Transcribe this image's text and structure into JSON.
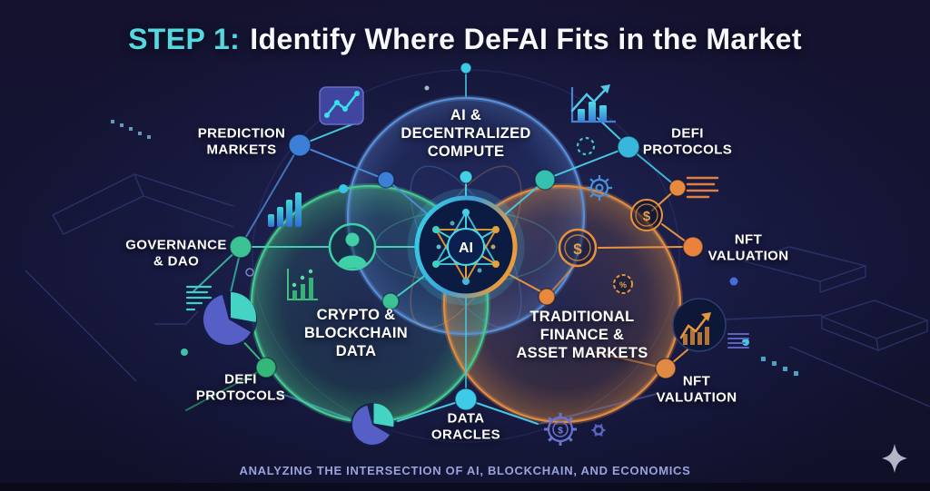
{
  "title": {
    "step": "STEP 1:",
    "text": "Identify Where DeFAI Fits in the Market"
  },
  "footer": {
    "text": "ANALYZING THE INTERSECTION OF AI, BLOCKCHAIN, AND ECONOMICS"
  },
  "venn": {
    "center_badge": "AI",
    "circles": {
      "top": {
        "lines": [
          "AI &",
          "DECENTRALIZED",
          "COMPUTE"
        ],
        "color": "#5a8fd8"
      },
      "left": {
        "lines": [
          "CRYPTO &",
          "BLOCKCHAIN",
          "DATA"
        ],
        "color": "#46c98e"
      },
      "right": {
        "lines": [
          "TRADITIONAL",
          "FINANCE &",
          "ASSET MARKETS"
        ],
        "color": "#e08a42"
      }
    }
  },
  "satellites": {
    "prediction_markets": [
      "PREDICTION",
      "MARKETS"
    ],
    "governance_dao": [
      "GOVERNANCE",
      "& DAO"
    ],
    "defi_protocols_left": [
      "DEFI",
      "PROTOCOLS"
    ],
    "defi_protocols_right": [
      "DEFI",
      "PROTOCOLS"
    ],
    "nft_valuation_right": [
      "NFT",
      "VALUATION"
    ],
    "nft_valuation_bottom": [
      "NFT",
      "VALUATION"
    ],
    "data_oracles": [
      "DATA",
      "ORACLES"
    ]
  },
  "icons": {
    "dollar_symbol": "$",
    "percent_symbol": "%",
    "names": [
      "line-chart",
      "bar-chart",
      "user",
      "growth-chart",
      "pie-chart",
      "pie-chart-small",
      "bar-chart-arrow",
      "dotted-circle",
      "gear",
      "dollar-coin",
      "dollar-coin-large",
      "list-lines",
      "list-lines-teal",
      "list-lines-purple",
      "percent-badge",
      "stock-chart",
      "gear-dollar",
      "gear-small",
      "sparkle",
      "ai-network"
    ]
  },
  "colors": {
    "background": "#14122e",
    "title_accent": "#54d8e2",
    "title_text": "#f7f8fc",
    "label_text": "#ffffff",
    "footer_text": "#9aa3dc",
    "node_blue": "#3b7fd8",
    "node_teal": "#3cc294",
    "node_green": "#35b77a",
    "node_cyan": "#38c6e8",
    "node_orange": "#e8833a"
  }
}
